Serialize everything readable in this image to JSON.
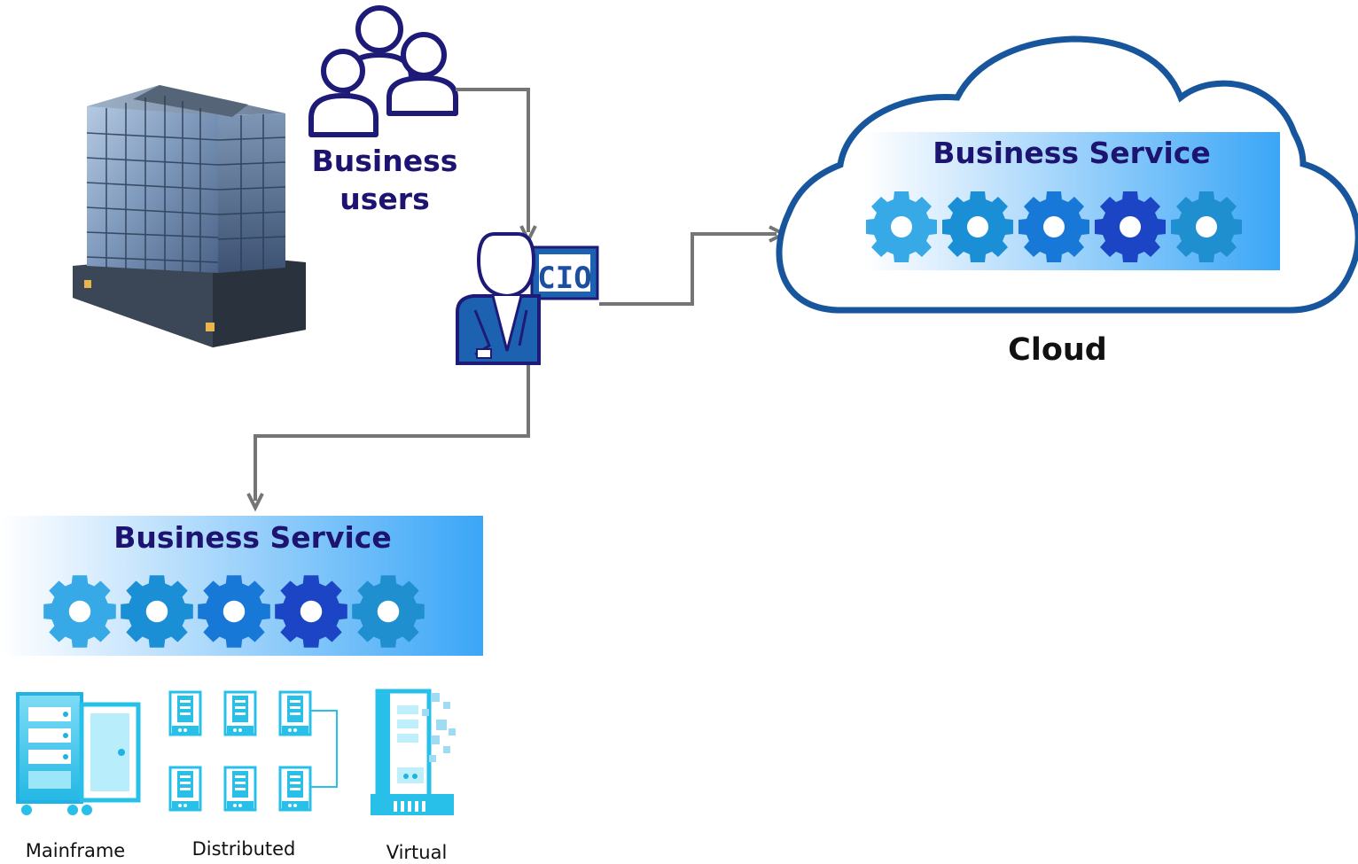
{
  "business_users": {
    "label_line1": "Business",
    "label_line2": "users",
    "icon": "users-group-icon"
  },
  "building": {
    "icon": "office-building-icon"
  },
  "cio": {
    "badge": "CIO",
    "icon": "cio-person-icon"
  },
  "cloud": {
    "label": "Cloud",
    "service": {
      "title": "Business Service",
      "gears": [
        "#36a9e6",
        "#1a8fd6",
        "#1878d8",
        "#1b45c4",
        "#1f8fd0"
      ]
    }
  },
  "onprem_service": {
    "title": "Business Service",
    "gears": [
      "#36a9e6",
      "#1a8fd6",
      "#1878d8",
      "#1b45c4",
      "#1f8fd0"
    ]
  },
  "infrastructure": [
    {
      "label": "Mainframe",
      "icon": "mainframe-icon"
    },
    {
      "label": "Distributed",
      "icon": "distributed-servers-icon"
    },
    {
      "label": "Virtual",
      "icon": "virtual-server-icon"
    }
  ],
  "colors": {
    "connector": "#757575",
    "title_text": "#1c1470",
    "cloud_outline": "#17569d",
    "service_gradient_end": "#3aa6f7",
    "icon_light": "#28c0e8"
  }
}
